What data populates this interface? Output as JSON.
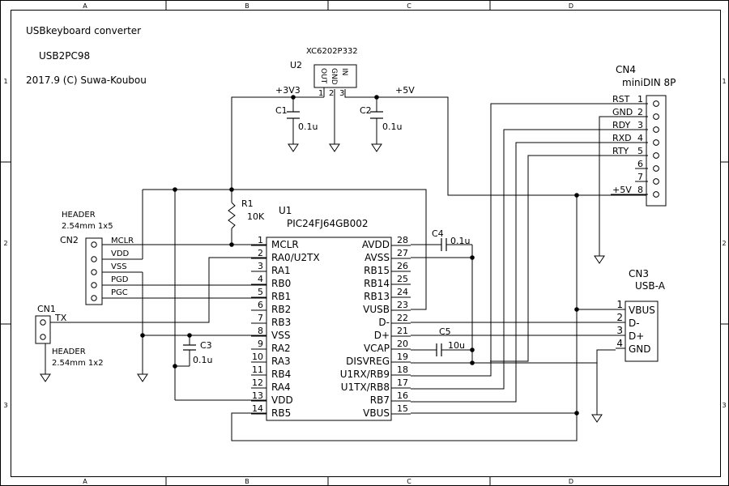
{
  "title": {
    "line1": "USBkeyboard converter",
    "line2": "USB2PC98",
    "line3": "2017.9 (C) Suwa-Koubou"
  },
  "border": {
    "columns": [
      "A",
      "B",
      "C",
      "D"
    ],
    "rows": [
      "1",
      "2",
      "3"
    ]
  },
  "u2": {
    "ref": "U2",
    "part": "XC6202P332",
    "pin_names": [
      "OUT",
      "GND",
      "IN"
    ],
    "pin_numbers": [
      "1",
      "2",
      "3"
    ]
  },
  "rails": {
    "v33": "+3V3",
    "v5": "+5V"
  },
  "c1": {
    "ref": "C1",
    "value": "0.1u"
  },
  "c2": {
    "ref": "C2",
    "value": "0.1u"
  },
  "c3": {
    "ref": "C3",
    "value": "0.1u"
  },
  "c4": {
    "ref": "C4",
    "value": "0.1u"
  },
  "c5": {
    "ref": "C5",
    "value": "10u"
  },
  "r1": {
    "ref": "R1",
    "value": "10K"
  },
  "u1": {
    "ref": "U1",
    "part": "PIC24FJ64GB002",
    "left_pins": [
      {
        "num": "1",
        "name": "MCLR"
      },
      {
        "num": "2",
        "name": "RA0/U2TX"
      },
      {
        "num": "3",
        "name": "RA1"
      },
      {
        "num": "4",
        "name": "RB0"
      },
      {
        "num": "5",
        "name": "RB1"
      },
      {
        "num": "6",
        "name": "RB2"
      },
      {
        "num": "7",
        "name": "RB3"
      },
      {
        "num": "8",
        "name": "VSS"
      },
      {
        "num": "9",
        "name": "RA2"
      },
      {
        "num": "10",
        "name": "RA3"
      },
      {
        "num": "11",
        "name": "RB4"
      },
      {
        "num": "12",
        "name": "RA4"
      },
      {
        "num": "13",
        "name": "VDD"
      },
      {
        "num": "14",
        "name": "RB5"
      }
    ],
    "right_pins": [
      {
        "num": "28",
        "name": "AVDD"
      },
      {
        "num": "27",
        "name": "AVSS"
      },
      {
        "num": "26",
        "name": "RB15"
      },
      {
        "num": "25",
        "name": "RB14"
      },
      {
        "num": "24",
        "name": "RB13"
      },
      {
        "num": "23",
        "name": "VUSB"
      },
      {
        "num": "22",
        "name": "D-"
      },
      {
        "num": "21",
        "name": "D+"
      },
      {
        "num": "20",
        "name": "VCAP"
      },
      {
        "num": "19",
        "name": "DISVREG"
      },
      {
        "num": "18",
        "name": "U1RX/RB9"
      },
      {
        "num": "17",
        "name": "U1TX/RB8"
      },
      {
        "num": "16",
        "name": "RB7"
      },
      {
        "num": "15",
        "name": "VBUS"
      }
    ]
  },
  "cn1": {
    "ref": "CN1",
    "type_line1": "HEADER",
    "type_line2": "2.54mm 1x2",
    "signal": "TX"
  },
  "cn2": {
    "ref": "CN2",
    "type_line1": "HEADER",
    "type_line2": "2.54mm 1x5",
    "signals": [
      "MCLR",
      "VDD",
      "VSS",
      "PGD",
      "PGC"
    ]
  },
  "cn3": {
    "ref": "CN3",
    "type": "USB-A",
    "pins": [
      {
        "num": "1",
        "name": "VBUS"
      },
      {
        "num": "2",
        "name": "D-"
      },
      {
        "num": "3",
        "name": "D+"
      },
      {
        "num": "4",
        "name": "GND"
      }
    ]
  },
  "cn4": {
    "ref": "CN4",
    "type": "miniDIN 8P",
    "pins": [
      {
        "num": "1",
        "name": "RST"
      },
      {
        "num": "2",
        "name": "GND"
      },
      {
        "num": "3",
        "name": "RDY"
      },
      {
        "num": "4",
        "name": "RXD"
      },
      {
        "num": "5",
        "name": "RTY"
      },
      {
        "num": "6",
        "name": ""
      },
      {
        "num": "7",
        "name": ""
      },
      {
        "num": "8",
        "name": "+5V"
      }
    ]
  }
}
